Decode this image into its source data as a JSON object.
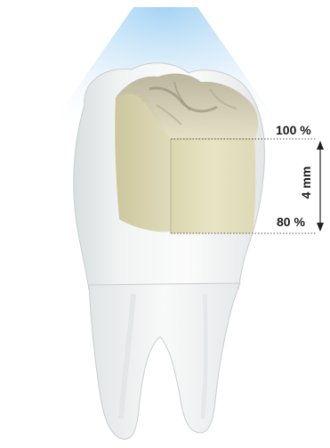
{
  "diagram": {
    "top_label": "100 %",
    "bottom_label": "80 %",
    "depth_label": "4 mm"
  }
}
